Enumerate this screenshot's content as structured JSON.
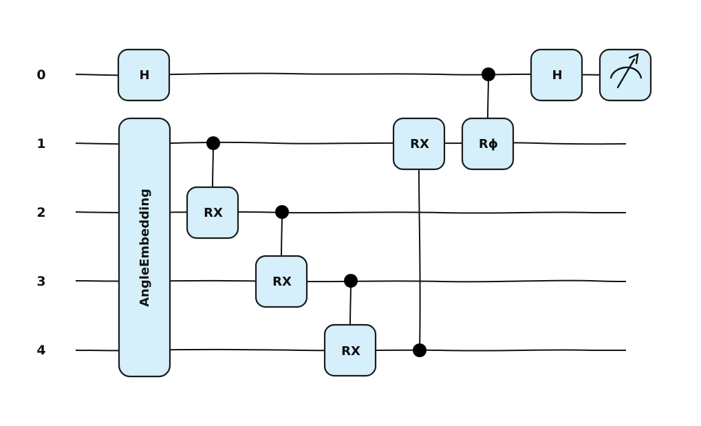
{
  "wires": [
    {
      "label": "0"
    },
    {
      "label": "1"
    },
    {
      "label": "2"
    },
    {
      "label": "3"
    },
    {
      "label": "4"
    }
  ],
  "gates": {
    "h_in": {
      "label": "H",
      "wire": 0
    },
    "embedding": {
      "label": "AngleEmbedding",
      "wires": [
        1,
        2,
        3,
        4
      ]
    },
    "crx_1_2": {
      "label": "RX",
      "control": 1,
      "target": 2
    },
    "crx_2_3": {
      "label": "RX",
      "control": 2,
      "target": 3
    },
    "crx_3_4": {
      "label": "RX",
      "control": 3,
      "target": 4
    },
    "crx_4_1": {
      "label": "RX",
      "control": 4,
      "target": 1
    },
    "crphi_0_1": {
      "label": "Rϕ",
      "control": 0,
      "target": 1
    },
    "h_out": {
      "label": "H",
      "wire": 0
    },
    "measure": {
      "icon": "measurement-meter-icon",
      "wire": 0
    }
  },
  "colors": {
    "gate_fill": "#d5f0fb",
    "stroke": "#1a1a1a",
    "background": "#ffffff"
  }
}
